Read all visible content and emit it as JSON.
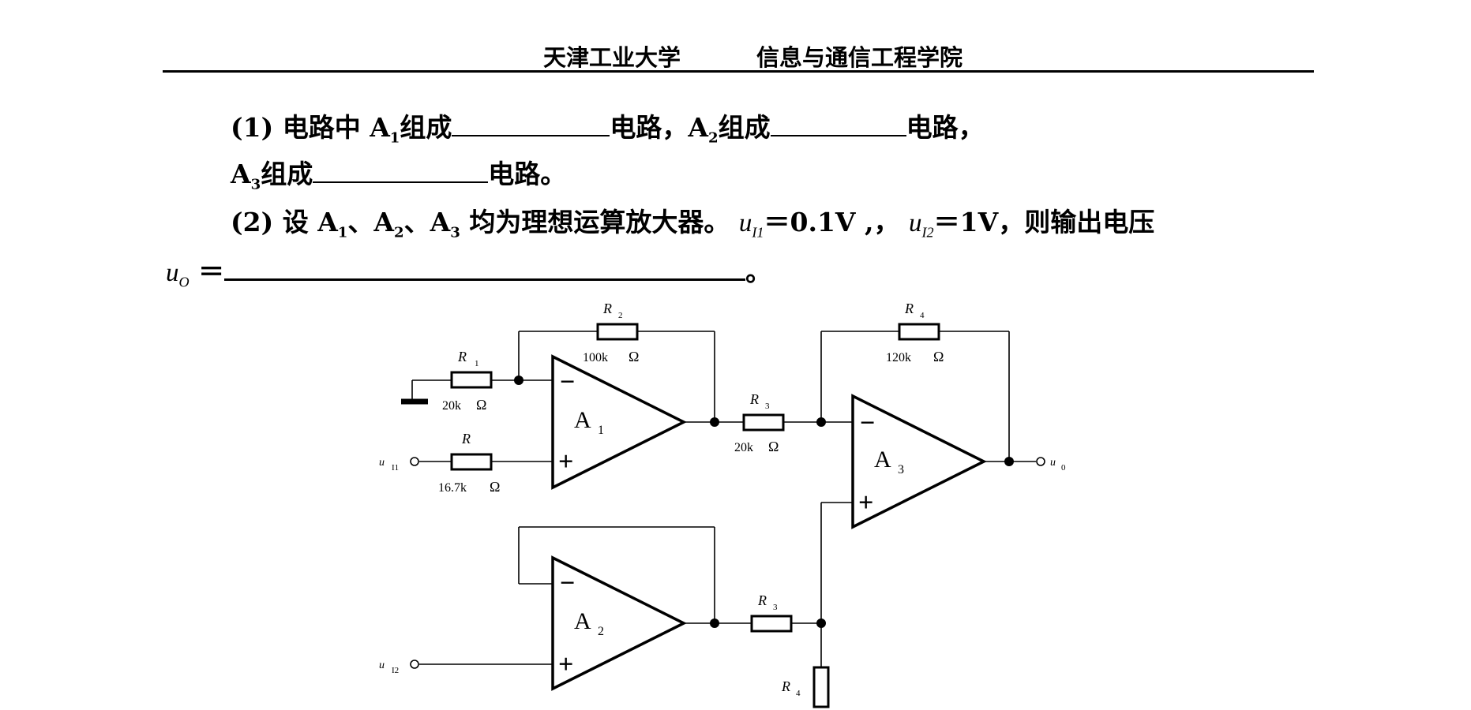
{
  "header": {
    "university": "天津工业大学",
    "department": "信息与通信工程学院"
  },
  "question": {
    "p1_label": "(1)",
    "p1_a": "电路中 A",
    "p1_a_sub": "1",
    "p1_b": "组成",
    "p1_c": "电路，A",
    "p1_c_sub": "2",
    "p1_d": "组成",
    "p1_e": "电路，",
    "p2_a": "A",
    "p2_a_sub": "3",
    "p2_b": "组成",
    "p2_c": "电路。",
    "p3_label": "(2)",
    "p3_a": "设 A",
    "p3_sub1": "1",
    "p3_b": "、A",
    "p3_sub2": "2",
    "p3_c": "、A",
    "p3_sub3": "3",
    "p3_d": " 均为理想运算放大器。",
    "ui1_symbol": "u",
    "ui1_sub": "I1",
    "ui1_value": "＝0.1V ,，",
    "ui2_symbol": "u",
    "ui2_sub": "I2",
    "ui2_value": "＝1V，则输出电压",
    "uo_symbol": "u",
    "uo_sub": "O",
    "uo_eq": "＝",
    "end": "。"
  },
  "circuit": {
    "R1": {
      "name": "R",
      "sub": "1",
      "value": "20k",
      "unit": "Ω"
    },
    "R2": {
      "name": "R",
      "sub": "2",
      "value": "100k",
      "unit": "Ω"
    },
    "R3_top": {
      "name": "R",
      "sub": "3",
      "value": "20k",
      "unit": "Ω"
    },
    "R4_top": {
      "name": "R",
      "sub": "4",
      "value": "120k",
      "unit": "Ω"
    },
    "R": {
      "name": "R",
      "value": "16.7k",
      "unit": "Ω"
    },
    "R3_bottom": {
      "name": "R",
      "sub": "3"
    },
    "R4_bottom": {
      "name": "R",
      "sub": "4"
    },
    "A1": {
      "name": "A",
      "sub": "1"
    },
    "A2": {
      "name": "A",
      "sub": "2"
    },
    "A3": {
      "name": "A",
      "sub": "3"
    },
    "minus_sign": "−",
    "plus_sign": "+",
    "input1": {
      "name": "u",
      "sub": "I1"
    },
    "input2": {
      "name": "u",
      "sub": "I2"
    },
    "output": {
      "name": "u",
      "sub": "0"
    }
  }
}
